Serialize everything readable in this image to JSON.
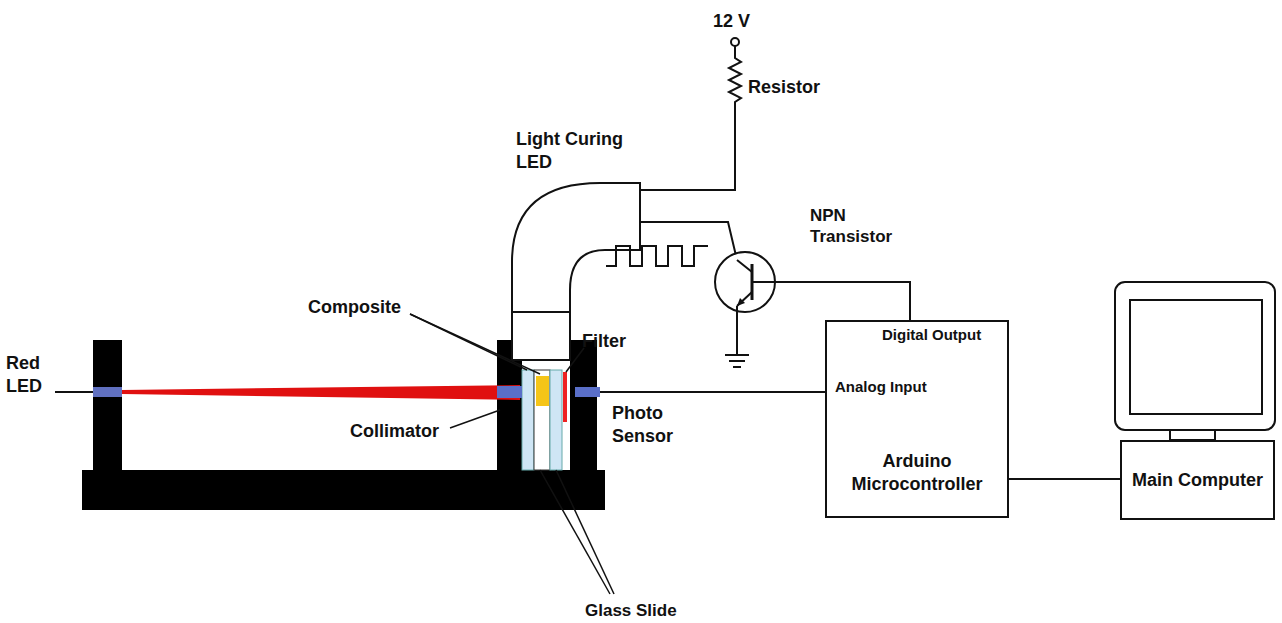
{
  "diagram": {
    "nodes": [
      {
        "text": [
          "Digital Output",
          "Analog Input",
          "Arduino Microcontroller"
        ]
      },
      {
        "text": [
          "Main Computer"
        ]
      }
    ],
    "edges": [
      {
        "from": 0,
        "to": 1,
        "arrow": "none"
      }
    ],
    "labels": [
      "12 V",
      "Resistor",
      "Light Curing LED",
      "NPN Transistor",
      "Composite",
      "Filter",
      "Red LED",
      "Collimator",
      "Photo Sensor",
      "Glass Slide"
    ]
  }
}
